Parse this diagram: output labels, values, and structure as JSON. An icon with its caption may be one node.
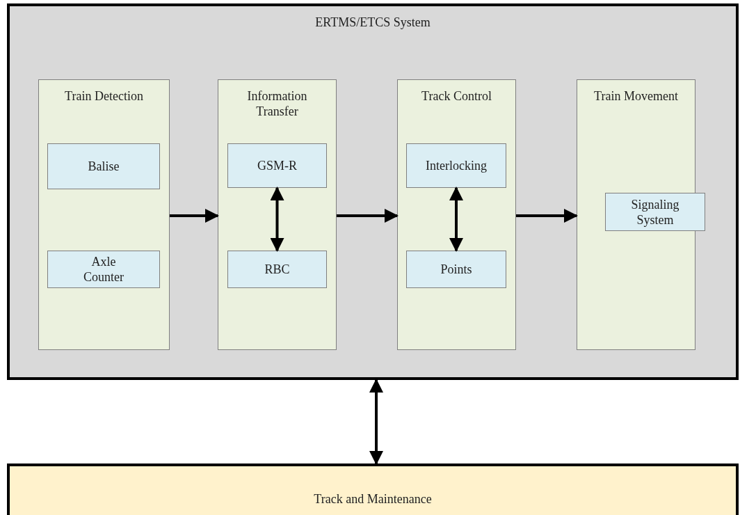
{
  "diagram": {
    "nodes": [
      {
        "text": [
          "ERTMS/ETCS System"
        ]
      },
      {
        "text": [
          "Train Detection"
        ],
        "in": 0
      },
      {
        "text": [
          "Balise"
        ],
        "in": 1
      },
      {
        "text": [
          "Axle Counter"
        ],
        "in": 1
      },
      {
        "text": [
          "Information Transfer"
        ],
        "in": 0
      },
      {
        "text": [
          "GSM-R"
        ],
        "in": 4
      },
      {
        "text": [
          "RBC"
        ],
        "in": 4
      },
      {
        "text": [
          "Track Control"
        ],
        "in": 0
      },
      {
        "text": [
          "Interlocking"
        ],
        "in": 7
      },
      {
        "text": [
          "Points"
        ],
        "in": 7
      },
      {
        "text": [
          "Train Movement"
        ],
        "in": 0
      },
      {
        "text": [
          "Signaling System"
        ],
        "in": 10
      },
      {
        "text": [
          "Track and Maintenance"
        ]
      }
    ],
    "edges": [
      {
        "from": 1,
        "to": 4,
        "arrow": "to"
      },
      {
        "from": 5,
        "to": 6,
        "arrow": "both"
      },
      {
        "from": 4,
        "to": 7,
        "arrow": "to"
      },
      {
        "from": 8,
        "to": 9,
        "arrow": "both"
      },
      {
        "from": 7,
        "to": 10,
        "arrow": "to"
      },
      {
        "from": 0,
        "to": 12,
        "arrow": "both"
      }
    ]
  }
}
